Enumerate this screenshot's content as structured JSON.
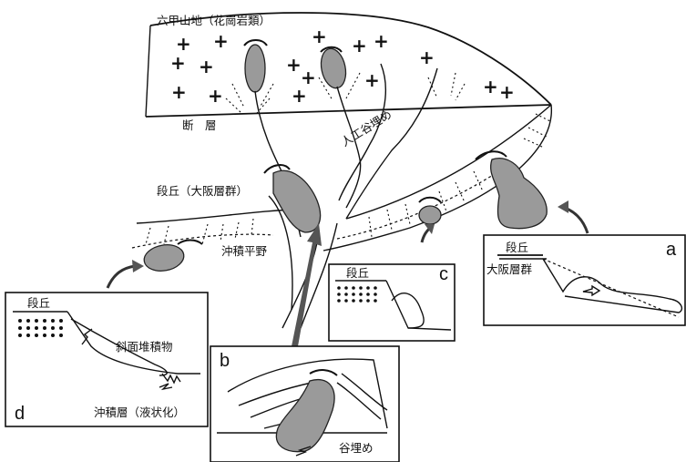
{
  "labels": {
    "mountain": "六甲山地（花崗岩類）",
    "fault": "断　層",
    "artificial_fill": "人工谷埋め",
    "terrace": "段丘（大阪層群）",
    "alluvial_plain": "沖積平野"
  },
  "panel_a": {
    "letter": "a",
    "terrace": "段丘",
    "osaka_group": "大阪層群"
  },
  "panel_b": {
    "letter": "b",
    "valley_fill": "谷埋め"
  },
  "panel_c": {
    "letter": "c",
    "terrace": "段丘"
  },
  "panel_d": {
    "letter": "d",
    "terrace": "段丘",
    "slope_deposit": "斜面堆積物",
    "alluvium": "沖積層（液状化）"
  },
  "symbols": {
    "granite": "+"
  },
  "colors": {
    "slide_fill": "#9a9a9a",
    "line": "#111111",
    "arrow": "#555555"
  }
}
